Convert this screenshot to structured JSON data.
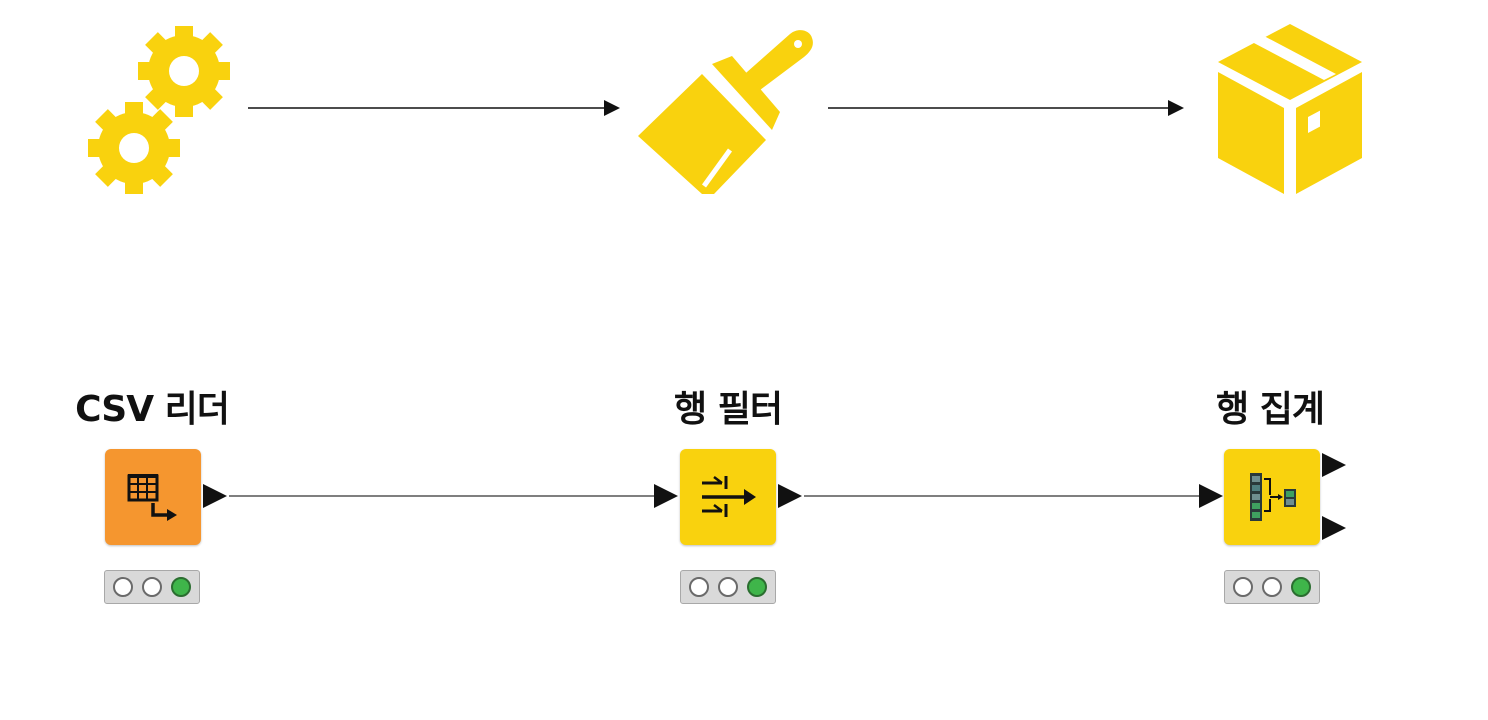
{
  "concept": {
    "icons": [
      "gears-icon",
      "paint-brush-icon",
      "box-icon"
    ],
    "color": "#F9D20E"
  },
  "workflow": {
    "nodes": [
      {
        "label": "CSV 리더",
        "color": "#F5962F",
        "icon": "csv-reader-icon",
        "status": [
          "off",
          "off",
          "green"
        ]
      },
      {
        "label": "행 필터",
        "color": "#F9D20E",
        "icon": "row-filter-icon",
        "status": [
          "off",
          "off",
          "green"
        ]
      },
      {
        "label": "행 집계",
        "color": "#F9D20E",
        "icon": "row-aggregate-icon",
        "status": [
          "off",
          "off",
          "green"
        ]
      }
    ]
  }
}
